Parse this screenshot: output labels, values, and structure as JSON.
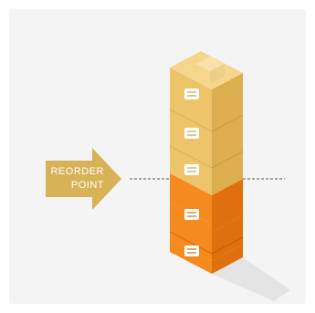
{
  "label": {
    "line1": "REORDER",
    "line2": "POINT"
  },
  "boxes": {
    "above_reorder_point": 3,
    "below_reorder_point": 2
  },
  "colors": {
    "background": "#f4f4f4",
    "arrow": "#d7b256",
    "tan_top": "#f5d68a",
    "tan_front": "#edc46a",
    "tan_side": "#dcae50",
    "orange_top": "#ffa033",
    "orange_front": "#f58a1e",
    "orange_side": "#e06f0d",
    "dashed_line": "#555555"
  },
  "icons": [
    "label-icon"
  ]
}
